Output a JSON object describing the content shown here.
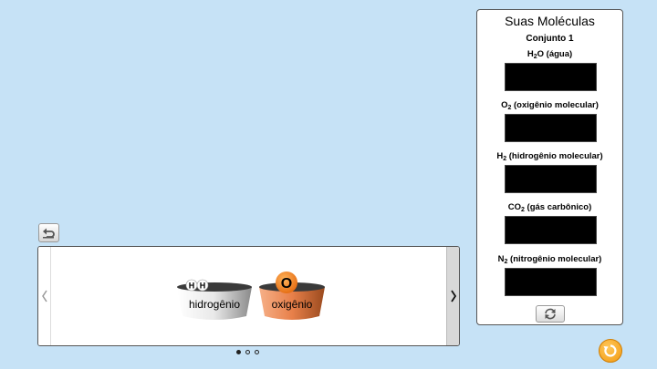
{
  "panel": {
    "title": "Suas Moléculas",
    "subtitle": "Conjunto 1",
    "molecules": [
      {
        "pre": "H",
        "sub": "2",
        "post": "O (água)"
      },
      {
        "pre": "O",
        "sub": "2",
        "post": " (oxigênio molecular)"
      },
      {
        "pre": "H",
        "sub": "2",
        "post": " (hidrogênio molecular)"
      },
      {
        "pre": "CO",
        "sub": "2",
        "post": " (gás carbônico)"
      },
      {
        "pre": "N",
        "sub": "2",
        "post": " (nitrogênio molecular)"
      }
    ],
    "reset_icon": "refresh-icon"
  },
  "toolbar": {
    "undo_icon": "undo-icon"
  },
  "carousel": {
    "prev_icon": "chevron-left-icon",
    "next_icon": "chevron-right-icon",
    "buckets": [
      {
        "label": "hidrogênio",
        "atom_symbol": "H",
        "color": "#e6e6e6"
      },
      {
        "label": "oxigênio",
        "atom_symbol": "O",
        "color": "#e8804a"
      }
    ],
    "page_count": 3,
    "active_page": 1
  },
  "reset_all_icon": "reset-all-icon",
  "colors": {
    "background": "#c6e2f6",
    "oxygen": "#f07c1c",
    "hydrogen": "#ffffff",
    "reset_all": "#f29a12"
  }
}
